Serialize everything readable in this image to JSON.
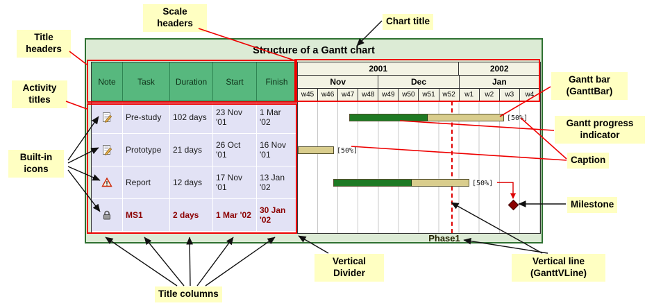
{
  "figure": {
    "title": "Structure of a Gantt chart",
    "phase_label": "Phase1"
  },
  "table": {
    "headers": [
      "Note",
      "Task",
      "Duration",
      "Start",
      "Finish"
    ],
    "rows": [
      {
        "icon": "note-icon",
        "task": "Pre-study",
        "duration": "102 days",
        "start": "23 Nov '01",
        "finish": "1 Mar '02"
      },
      {
        "icon": "note-icon",
        "task": "Prototype",
        "duration": "21 days",
        "start": "26 Oct '01",
        "finish": "16 Nov '01"
      },
      {
        "icon": "warning-icon",
        "task": "Report",
        "duration": "12 days",
        "start": "17 Nov '01",
        "finish": "13 Jan '02"
      },
      {
        "icon": "lock-icon",
        "task": "MS1",
        "duration": "2 days",
        "start": "1 Mar '02",
        "finish": "30 Jan '02"
      }
    ]
  },
  "timeline": {
    "years": [
      {
        "label": "2001"
      },
      {
        "label": "2002"
      }
    ],
    "months": [
      {
        "label": "Nov"
      },
      {
        "label": "Dec"
      },
      {
        "label": "Jan"
      }
    ],
    "weeks": [
      "w45",
      "w46",
      "w47",
      "w48",
      "w49",
      "w50",
      "w51",
      "w52",
      "w1",
      "w2",
      "w3",
      "w4"
    ],
    "bars": [
      {
        "row": "Pre-study",
        "progress_caption": "[50%]"
      },
      {
        "row": "Prototype",
        "progress_caption": "[50%]"
      },
      {
        "row": "Report",
        "progress_caption": "[50%]"
      }
    ]
  },
  "callouts": {
    "scale_headers": "Scale headers",
    "chart_title": "Chart title",
    "title_headers": "Title headers",
    "activity_titles": "Activity titles",
    "built_in_icons": "Built-in icons",
    "gantt_bar": "Gantt bar (GanttBar)",
    "gantt_progress": "Gantt progress indicator",
    "caption": "Caption",
    "milestone": "Milestone",
    "vertical_line": "Vertical line (GanttVLine)",
    "vertical_divider": "Vertical Divider",
    "title_columns": "Title columns"
  },
  "colors": {
    "container_border_green": "#2e7031",
    "container_fill_green": "#dcebd5",
    "header_green": "#57b87e",
    "row_lavender": "#e2e2f5",
    "bar_fill": "#d9cd8d",
    "progress_fill": "#1e7a24",
    "milestone_red": "#8b0000",
    "annotation_red": "#ee0000",
    "callout_yellow": "#ffffc2"
  }
}
